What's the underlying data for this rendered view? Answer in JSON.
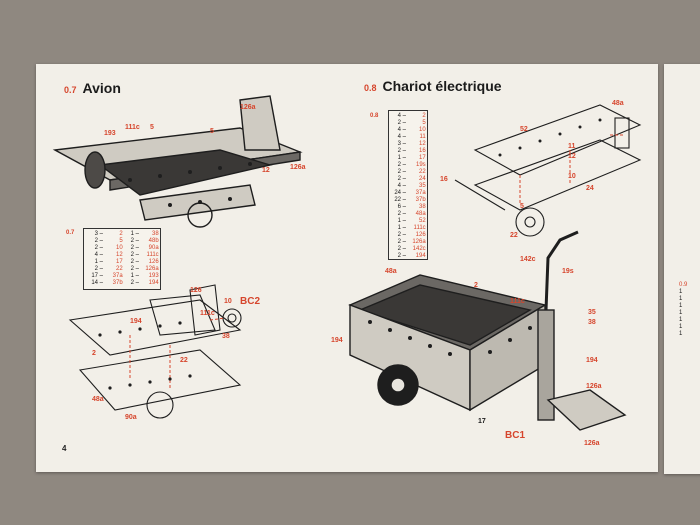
{
  "page_number": "4",
  "left": {
    "number": "0.7",
    "title": "Avion",
    "labels": [
      "193",
      "111c",
      "5",
      "126a",
      "5",
      "12",
      "126a"
    ],
    "parts_label": "0.7",
    "parts_col1": [
      [
        "3",
        "2"
      ],
      [
        "2",
        "5"
      ],
      [
        "2",
        "10"
      ],
      [
        "4",
        "12"
      ],
      [
        "1",
        "17"
      ],
      [
        "2",
        "22"
      ],
      [
        "17",
        "37a"
      ],
      [
        "14",
        "37b"
      ]
    ],
    "parts_col2": [
      [
        "1",
        "38"
      ],
      [
        "2",
        "48b"
      ],
      [
        "2",
        "90a"
      ],
      [
        "2",
        "111c"
      ],
      [
        "2",
        "126"
      ],
      [
        "2",
        "126a"
      ],
      [
        "1",
        "193"
      ],
      [
        "2",
        "194"
      ]
    ],
    "exploded_labels": [
      "126",
      "194",
      "111c",
      "10",
      "38",
      "2",
      "48a",
      "90a",
      "22"
    ],
    "bc": "BC2"
  },
  "right": {
    "number": "0.8",
    "title": "Chariot électrique",
    "parts_label": "0.8",
    "parts": [
      [
        "4",
        "2"
      ],
      [
        "2",
        "5"
      ],
      [
        "4",
        "10"
      ],
      [
        "4",
        "11"
      ],
      [
        "3",
        "12"
      ],
      [
        "2",
        "16"
      ],
      [
        "1",
        "17"
      ],
      [
        "2",
        "19s"
      ],
      [
        "2",
        "22"
      ],
      [
        "2",
        "24"
      ],
      [
        "4",
        "35"
      ],
      [
        "24",
        "37a"
      ],
      [
        "22",
        "37b"
      ],
      [
        "6",
        "38"
      ],
      [
        "2",
        "48a"
      ],
      [
        "1",
        "52"
      ],
      [
        "1",
        "111c"
      ],
      [
        "2",
        "126"
      ],
      [
        "2",
        "126a"
      ],
      [
        "2",
        "142c"
      ],
      [
        "2",
        "194"
      ]
    ],
    "top_labels": [
      "48a",
      "52",
      "11",
      "12",
      "16",
      "10",
      "24",
      "5",
      "22",
      "142c"
    ],
    "labels": [
      "19s",
      "48a",
      "2",
      "111c",
      "35",
      "38",
      "194",
      "194",
      "126a",
      "17",
      "126a"
    ],
    "bc": "BC1"
  },
  "edge_list": [
    "0.9",
    "1",
    "1",
    "1",
    "1",
    "1",
    "1",
    "1"
  ]
}
